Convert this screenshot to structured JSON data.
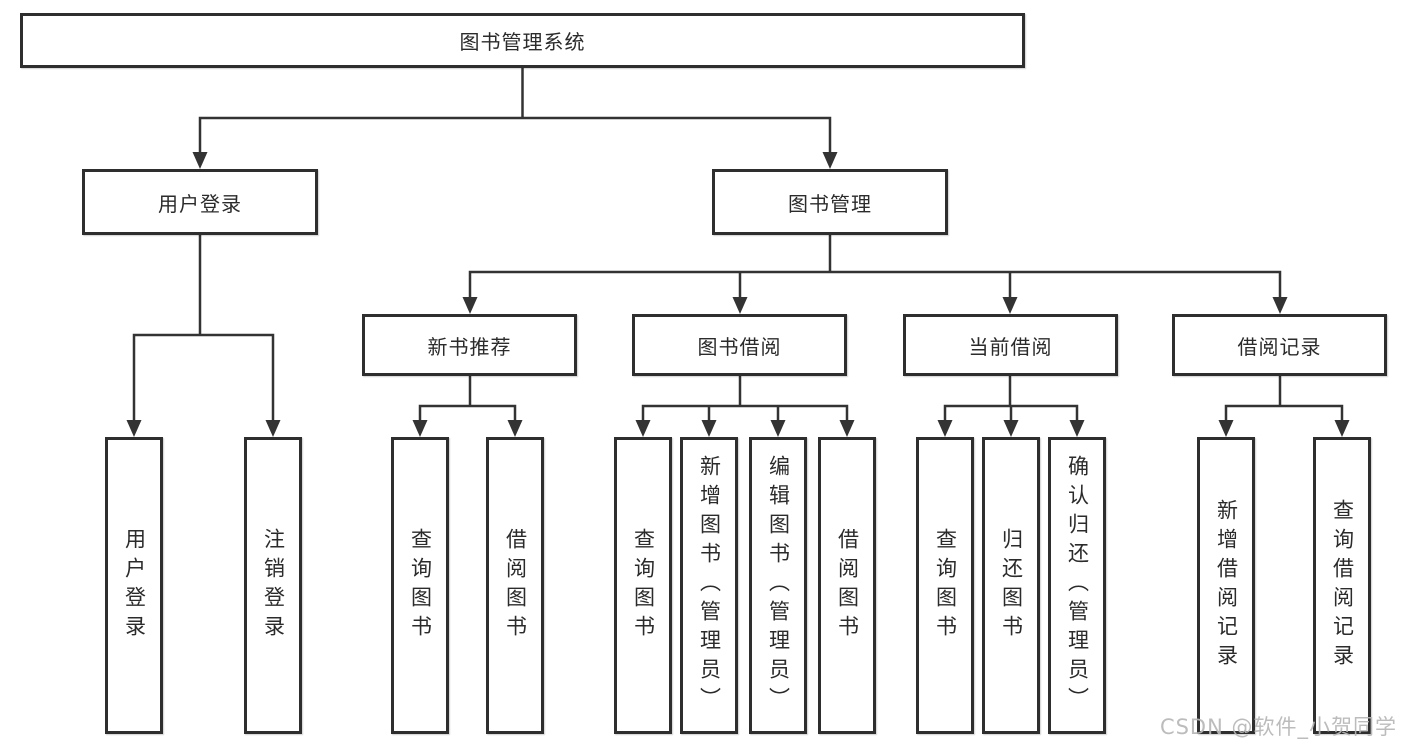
{
  "diagram_title": "图书管理系统",
  "tree": {
    "root": {
      "label": "图书管理系统",
      "children": [
        {
          "label": "用户登录",
          "children": [
            {
              "label": "用户登录"
            },
            {
              "label": "注销登录"
            }
          ]
        },
        {
          "label": "图书管理",
          "children": [
            {
              "label": "新书推荐",
              "children": [
                {
                  "label": "查询图书"
                },
                {
                  "label": "借阅图书"
                }
              ]
            },
            {
              "label": "图书借阅",
              "children": [
                {
                  "label": "查询图书"
                },
                {
                  "label": "新增图书（管理员）"
                },
                {
                  "label": "编辑图书（管理员）"
                },
                {
                  "label": "借阅图书"
                }
              ]
            },
            {
              "label": "当前借阅",
              "children": [
                {
                  "label": "查询图书"
                },
                {
                  "label": "归还图书"
                },
                {
                  "label": "确认归还（管理员）"
                }
              ]
            },
            {
              "label": "借阅记录",
              "children": [
                {
                  "label": "新增借阅记录"
                },
                {
                  "label": "查询借阅记录"
                }
              ]
            }
          ]
        }
      ]
    }
  },
  "watermark": {
    "text": "CSDN @软件_小贺同学"
  },
  "colors": {
    "background": "#ffffff",
    "box_border": "#2e2e2e",
    "line": "#333333",
    "text": "#2b2b2b",
    "watermark": "#b7b7b7"
  }
}
